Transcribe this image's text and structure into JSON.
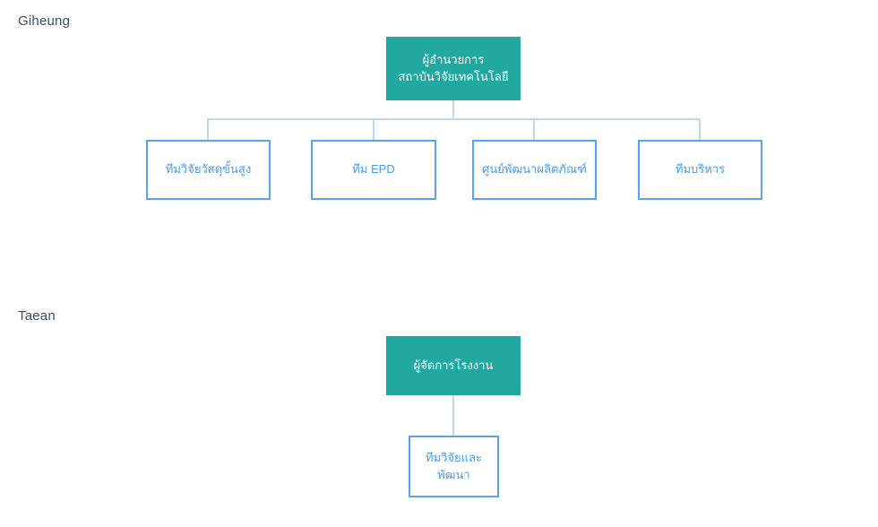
{
  "diagram": {
    "type": "org-chart",
    "colors": {
      "root_fill": "#21a8a0",
      "root_text": "#ffffff",
      "child_border": "#56a4f2",
      "child_text": "#4a9bf0",
      "connector": "#bcd9e9",
      "section_title": "#3a4f63",
      "background": "#ffffff"
    },
    "sections": [
      {
        "id": "giheung",
        "title": "Giheung",
        "root": {
          "id": "director",
          "label": "ผู้อำนวยการ\nสถาบันวิจัยเทคโนโลยี",
          "style": "root"
        },
        "children": [
          {
            "id": "adv-materials",
            "label": "ทีมวิจัยวัสดุขั้นสูง",
            "style": "child"
          },
          {
            "id": "epd",
            "label": "ทีม EPD",
            "style": "child"
          },
          {
            "id": "product-dev",
            "label": "ศูนย์พัฒนาผลิตภัณฑ์",
            "style": "child"
          },
          {
            "id": "management",
            "label": "ทีมบริหาร",
            "style": "child"
          }
        ]
      },
      {
        "id": "taean",
        "title": "Taean",
        "root": {
          "id": "plant-manager",
          "label": "ผู้จัดการโรงงาน",
          "style": "root"
        },
        "children": [
          {
            "id": "rnd",
            "label": "ทีมวิจัยและ\nพัฒนา",
            "style": "child"
          }
        ]
      }
    ]
  }
}
